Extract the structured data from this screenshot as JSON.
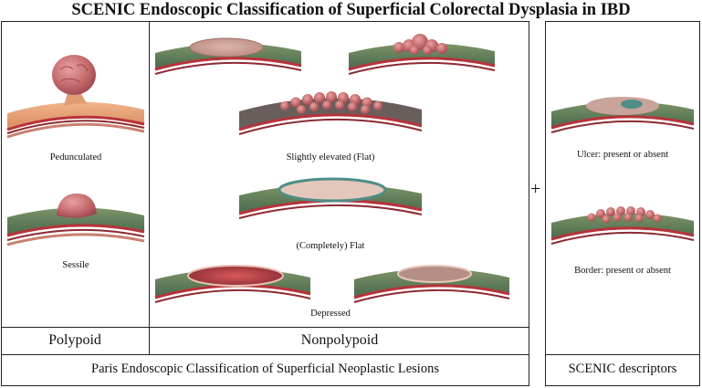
{
  "title": "SCENIC Endoscopic Classification of Superficial Colorectal Dysplasia in IBD",
  "lesions": {
    "pedunculated": "Pedunculated",
    "sessile": "Sessile",
    "slightly_elevated": "Slightly elevated (Flat)",
    "completely_flat": "(Completely) Flat",
    "depressed": "Depressed"
  },
  "plus": "+",
  "descriptors": {
    "ulcer": "Ulcer: present or absent",
    "border": "Border: present or absent"
  },
  "categories": {
    "polypoid": "Polypoid",
    "nonpolypoid": "Nonpolypoid"
  },
  "footer": {
    "paris": "Paris Endoscopic Classification of Superficial Neoplastic Lesions",
    "scenic": "SCENIC descriptors"
  },
  "colors": {
    "mucosa_green": "#6f8a5e",
    "tissue_red": "#b8323a",
    "lesion_pink": "#c97a6e",
    "ulcer_teal": "#4f8d86"
  }
}
